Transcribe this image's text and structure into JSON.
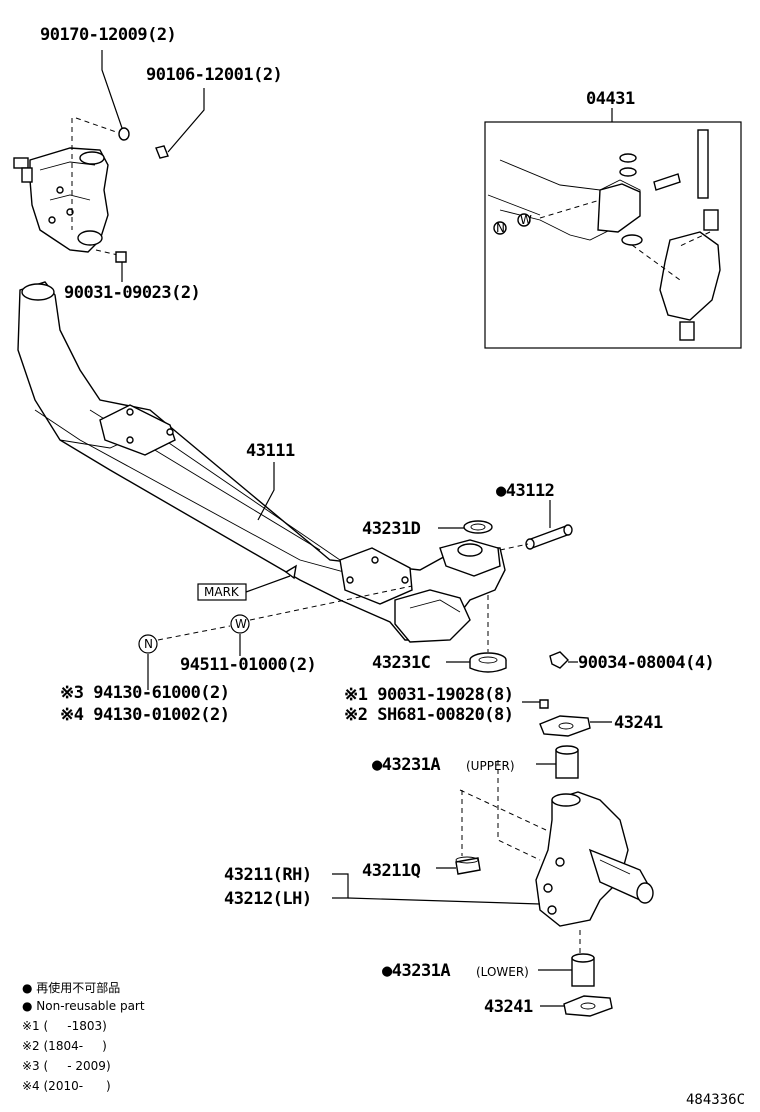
{
  "labels": {
    "p_90170": "90170-12009(2)",
    "p_90106": "90106-12001(2)",
    "p_90031_09023": "90031-09023(2)",
    "p_04431": "04431",
    "p_43111": "43111",
    "p_43112": "●43112",
    "p_43231d": "43231D",
    "p_mark": "MARK",
    "p_94511": "94511-01000(2)",
    "p_43231c": "43231C",
    "p_90034": "90034-08004(4)",
    "p_94130_61000": "※3 94130-61000(2)",
    "p_94130_01002": "※4 94130-01002(2)",
    "p_90031_19028": "※1 90031-19028(8)",
    "p_sh681": "※2 SH681-00820(8)",
    "p_43241_upper": "43241",
    "p_43231a_upper": "●43231A",
    "p_43231a_upper_note": "(UPPER)",
    "p_43211q": "43211Q",
    "p_43211": "43211(RH)",
    "p_43212": "43212(LH)",
    "p_43231a_lower": "●43231A",
    "p_43231a_lower_note": "(LOWER)",
    "p_43241_lower": "43241",
    "marker_n": "N",
    "marker_w": "W"
  },
  "legend": {
    "jp": "● 再使用不可部品",
    "en": "● Non-reusable part",
    "note1": "※1 (     -1803)",
    "note2": "※2 (1804-     )",
    "note3": "※3 (     - 2009)",
    "note4": "※4 (2010-      )"
  },
  "diagram_id": "484336C"
}
